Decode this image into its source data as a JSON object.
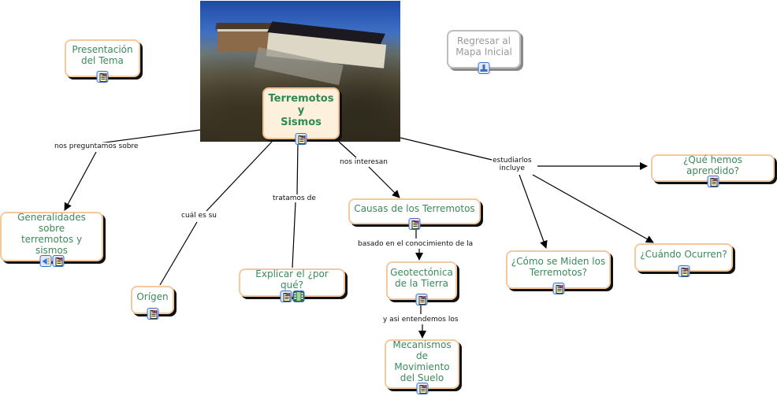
{
  "concept_map": {
    "central": {
      "label": "Terremotos\ny\nSismos",
      "resources": [
        "document-icon"
      ]
    },
    "nodes": {
      "presentacion": {
        "label": "Presentación\ndel Tema",
        "resources": [
          "document-icon"
        ]
      },
      "regresar": {
        "label": "Regresar al\nMapa Inicial",
        "resources": [
          "concept-map-icon"
        ]
      },
      "generalidades": {
        "label": "Generalidades\nsobre\nterremotos y sismos",
        "resources": [
          "audio-icon",
          "document-icon"
        ]
      },
      "origen": {
        "label": "Orígen",
        "resources": [
          "document-icon"
        ]
      },
      "explicar": {
        "label": "Explicar el ¿por qué?",
        "resources": [
          "document-icon",
          "video-icon"
        ]
      },
      "causas": {
        "label": "Causas de los Terremotos",
        "resources": [
          "document-icon"
        ]
      },
      "geotectonica": {
        "label": "Geotectónica\nde  la Tierra",
        "resources": [
          "document-icon"
        ]
      },
      "mecanismos": {
        "label": "Mecanismos\nde Movimiento\ndel Suelo",
        "resources": [
          "document-icon"
        ]
      },
      "como_miden": {
        "label": "¿Cómo se Miden los\nTerremotos?",
        "resources": [
          "document-icon"
        ]
      },
      "cuando": {
        "label": "¿Cuándo Ocurren?",
        "resources": [
          "document-icon"
        ]
      },
      "aprendido": {
        "label": "¿Qué hemos aprendido?",
        "resources": [
          "document-icon"
        ]
      }
    },
    "linking_phrases": {
      "preguntamos": "nos preguntamos sobre",
      "cual": "cuál es su",
      "tratamos": "tratamos de",
      "interesan": "nos interesan",
      "estudiarlos": "estudiarlos\nincluye",
      "basado": "basado en el conocimiento de la",
      "entendemos": "y asi entendemos los"
    },
    "colors": {
      "node_text": "#3a8a5a",
      "node_border": "#f4c9a0",
      "central_fill": "#fdf0dc",
      "disabled_text": "#9a9a9a",
      "icon_border": "#3b6fc5"
    }
  }
}
